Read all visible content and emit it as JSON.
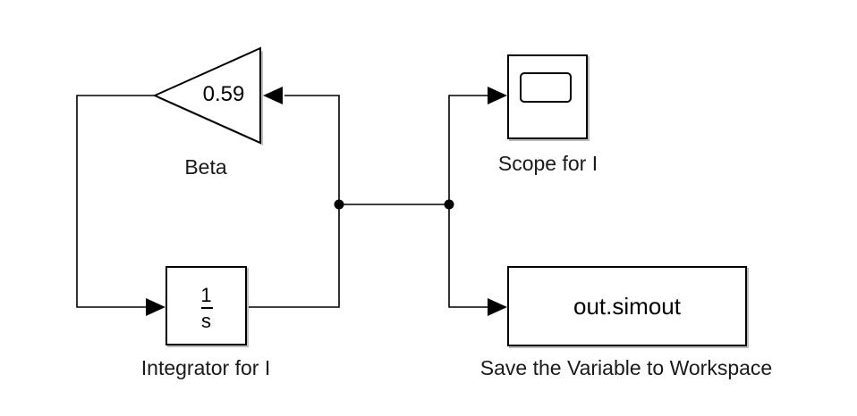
{
  "blocks": {
    "gain": {
      "value": "0.59",
      "label": "Beta"
    },
    "integrator": {
      "numerator": "1",
      "denominator": "s",
      "label": "Integrator for I"
    },
    "scope": {
      "label": "Scope for I"
    },
    "to_workspace": {
      "variable": "out.simout",
      "label": "Save the Variable to Workspace"
    }
  }
}
